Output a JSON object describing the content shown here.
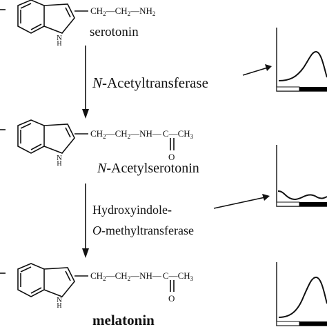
{
  "diagram": {
    "steps": [
      {
        "molecule": {
          "chain": "CH₂—CH₂—NH₂",
          "ring_nh": "H\nN",
          "name": "serotonin",
          "name_style": "normal"
        },
        "enzyme": {
          "lines": [
            "N-Acetyltransferase"
          ]
        },
        "profile": "high-peak"
      },
      {
        "molecule": {
          "chain": "CH₂—CH₂—NH—C—CH₃",
          "carbonyl_o": "O",
          "ring_nh": "H\nN",
          "name": "N-Acetylserotonin",
          "name_style": "normal"
        },
        "enzyme": {
          "lines": [
            "Hydroxyindole-",
            "O-methyltransferase"
          ]
        },
        "profile": "flat-bumps"
      },
      {
        "molecule": {
          "chain": "CH₂—CH₂—NH—C—CH₃",
          "carbonyl_o": "O",
          "ring_nh": "H\nN",
          "name": "melatonin",
          "name_style": "bold"
        },
        "enzyme": null,
        "profile": "high-peak"
      }
    ],
    "profile_bar_colors": {
      "day": "#ffffff",
      "night": "#000000"
    }
  }
}
